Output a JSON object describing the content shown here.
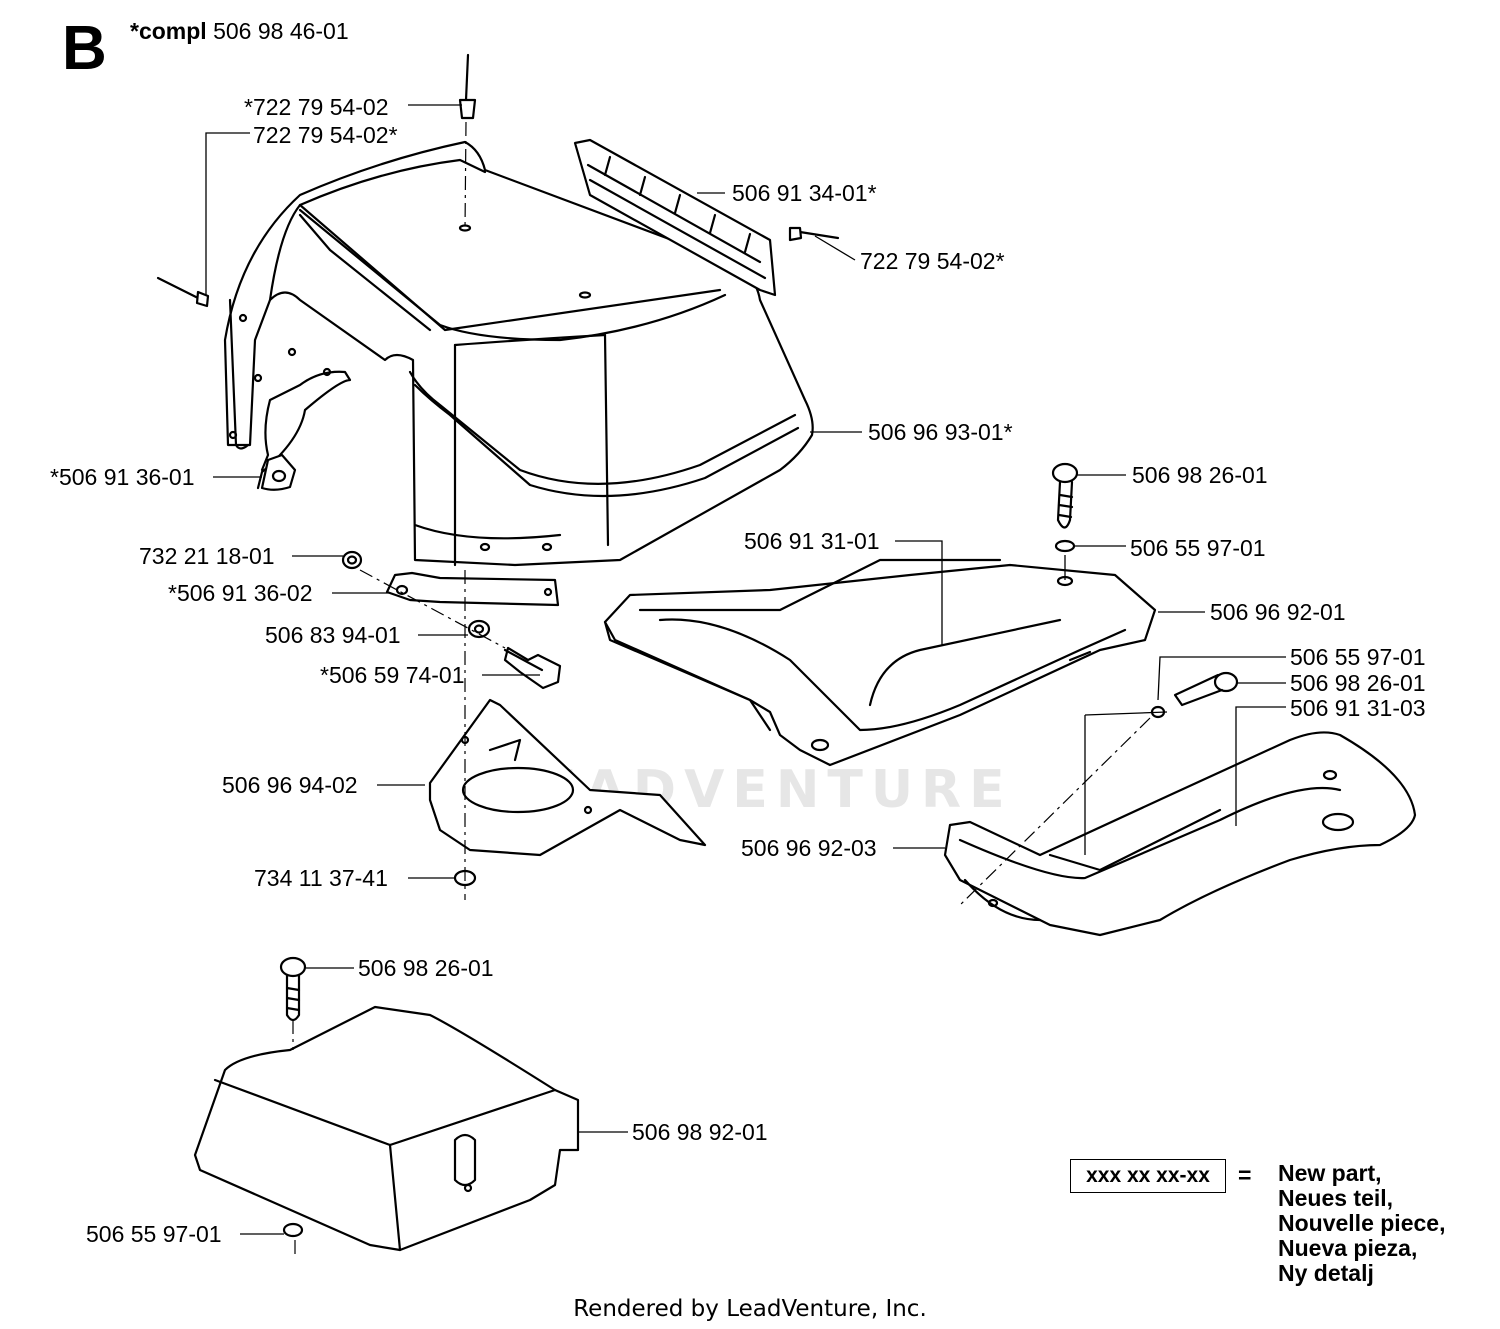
{
  "header": {
    "section_letter": "B",
    "compl_prefix": "*compl",
    "compl_number": "506 98 46-01"
  },
  "labels": {
    "l1": "*722 79 54-02",
    "l2": "722 79 54-02*",
    "l3": "506 91 34-01*",
    "l4": "722 79 54-02*",
    "l5": "506 96 93-01*",
    "l6": "*506 91 36-01",
    "l7": "506 98 26-01",
    "l8": "506 91 31-01",
    "l9": "506 55 97-01",
    "l10": "732 21 18-01",
    "l11": "*506 91 36-02",
    "l12": "506 96 92-01",
    "l13": "506 83 94-01",
    "l14": "*506 59 74-01",
    "l15": "506 55 97-01",
    "l16": "506 98 26-01",
    "l17": "506 91 31-03",
    "l18": "506 96 94-02",
    "l19": "506 96 92-03",
    "l20": "734 11 37-41",
    "l21": "506 98 26-01",
    "l22": "506 98 92-01",
    "l23": "506 55 97-01"
  },
  "legend": {
    "box": "xxx xx xx-xx",
    "equals": "=",
    "lines": [
      "New part,",
      "Neues teil,",
      "Nouvelle piece,",
      "Nueva pieza,",
      "Ny detalj"
    ]
  },
  "watermark": "LEADVENTURE",
  "footer": "Rendered by LeadVenture, Inc."
}
